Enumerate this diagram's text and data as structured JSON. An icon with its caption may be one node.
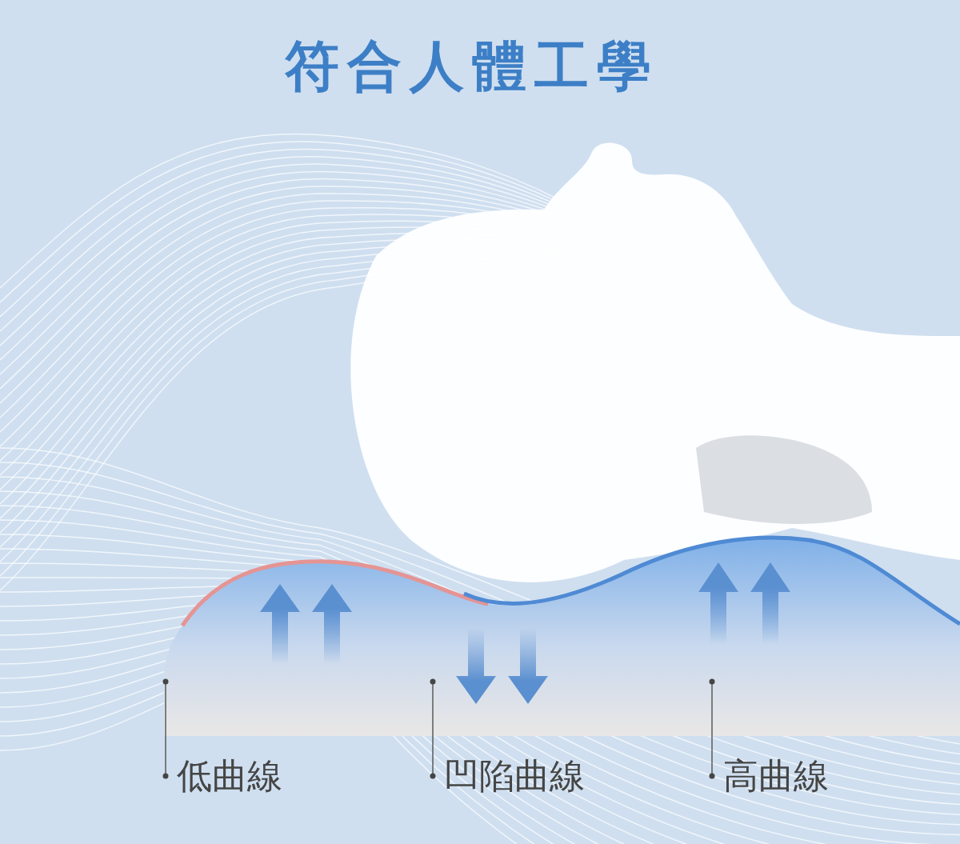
{
  "diagram": {
    "title": "符合人體工學",
    "nodes": [
      {
        "text": [
          "低曲線"
        ]
      },
      {
        "text": [
          "凹陷曲線"
        ]
      },
      {
        "text": [
          "高曲線"
        ]
      }
    ],
    "edges": [
      {
        "from": 0,
        "to": null,
        "arrow": "other"
      },
      {
        "from": 1,
        "to": null,
        "arrow": "other"
      },
      {
        "from": 2,
        "to": null,
        "arrow": "other"
      }
    ]
  }
}
